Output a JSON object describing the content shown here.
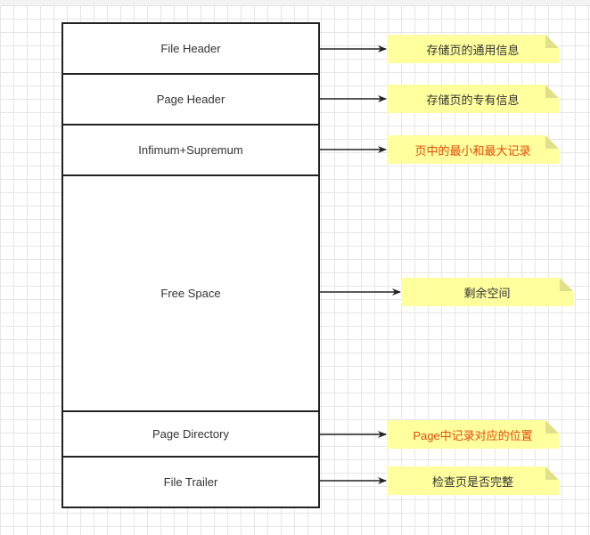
{
  "page_structure": {
    "sections": [
      {
        "label": "File Header"
      },
      {
        "label": "Page Header"
      },
      {
        "label": "Infimum+Supremum"
      },
      {
        "label": "Free Space"
      },
      {
        "label": "Page Directory"
      },
      {
        "label": "File Trailer"
      }
    ]
  },
  "notes": [
    {
      "text": "存储页的通用信息"
    },
    {
      "text": "存储页的专有信息"
    },
    {
      "text": "页中的最小和最大记录"
    },
    {
      "text": "剩余空间"
    },
    {
      "text": "Page中记录对应的位置"
    },
    {
      "text": "检查页是否完整"
    }
  ],
  "colors": {
    "note_fill": "#ffff9e",
    "note_fold": "#e0e08a",
    "highlight_text": "#e24a0a",
    "stroke": "#222222"
  }
}
